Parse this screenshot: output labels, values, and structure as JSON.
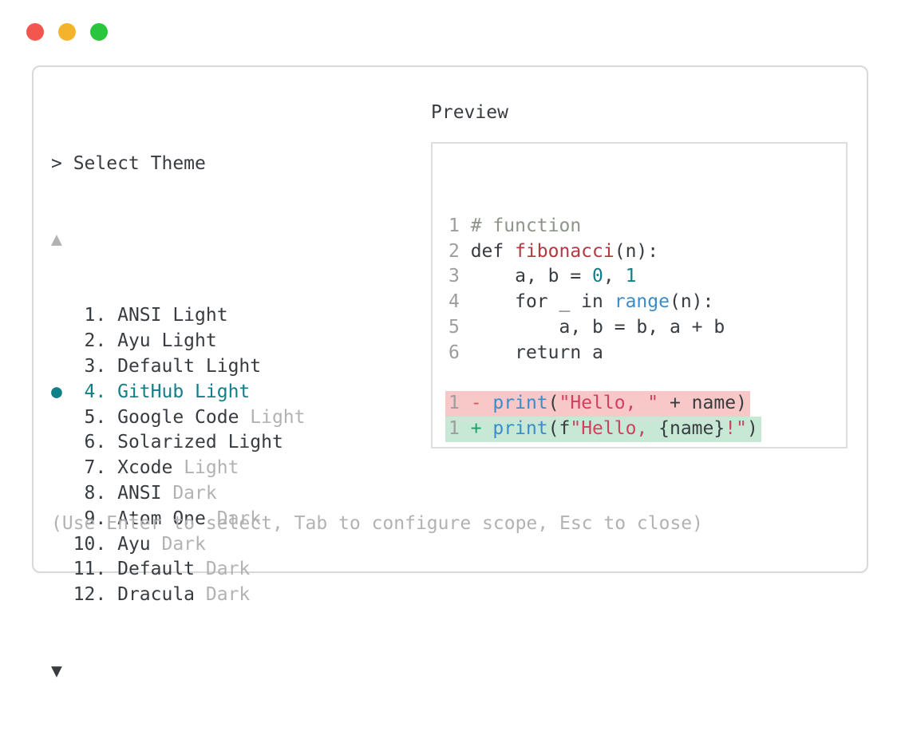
{
  "colors": {
    "text": "#383c40",
    "muted": "#b2b2b2",
    "linenum": "#9d9d9d",
    "comment": "#8e9589",
    "accent": "#117f87",
    "func_red": "#b13a40",
    "call_blue": "#3b8ccb",
    "string_red": "#d24060",
    "minus_red": "#dc5a5a",
    "plus_green": "#1f9e6a",
    "del_bg": "#f8c8c8",
    "ins_bg": "#c7e8d4",
    "border": "#d9d9d9",
    "light_red": "#f2564f",
    "light_yellow": "#f3b32a",
    "light_green": "#29c63d"
  },
  "window_controls": {
    "close": "close-button",
    "minimize": "minimize-button",
    "zoom": "zoom-button"
  },
  "selector": {
    "title": "> Select Theme",
    "scroll_up_icon": "▲",
    "scroll_down_icon": "▼",
    "selected_bullet": "●",
    "items": [
      {
        "number": "1",
        "name": "ANSI Light",
        "suffix": "",
        "selected": false
      },
      {
        "number": "2",
        "name": "Ayu Light",
        "suffix": "",
        "selected": false
      },
      {
        "number": "3",
        "name": "Default Light",
        "suffix": "",
        "selected": false
      },
      {
        "number": "4",
        "name": "GitHub Light",
        "suffix": "",
        "selected": true
      },
      {
        "number": "5",
        "name": "Google Code",
        "suffix": " Light",
        "selected": false
      },
      {
        "number": "6",
        "name": "Solarized Light",
        "suffix": "",
        "selected": false
      },
      {
        "number": "7",
        "name": "Xcode",
        "suffix": " Light",
        "selected": false
      },
      {
        "number": "8",
        "name": "ANSI",
        "suffix": " Dark",
        "selected": false
      },
      {
        "number": "9",
        "name": "Atom One",
        "suffix": " Dark",
        "selected": false
      },
      {
        "number": "10",
        "name": "Ayu",
        "suffix": " Dark",
        "selected": false
      },
      {
        "number": "11",
        "name": "Default",
        "suffix": " Dark",
        "selected": false
      },
      {
        "number": "12",
        "name": "Dracula",
        "suffix": " Dark",
        "selected": false
      }
    ],
    "footer": "(Use Enter to select, Tab to configure scope, Esc to close)"
  },
  "preview": {
    "label": "Preview",
    "code_lines": [
      {
        "segments": []
      },
      {
        "segments": [
          [
            "1 ",
            "ln"
          ],
          [
            "# function",
            "comment"
          ]
        ]
      },
      {
        "segments": [
          [
            "2 ",
            "ln"
          ],
          [
            "def ",
            "plain"
          ],
          [
            "fibonacci",
            "func"
          ],
          [
            "(n):",
            "plain"
          ]
        ]
      },
      {
        "segments": [
          [
            "3 ",
            "ln"
          ],
          [
            "    a, b = ",
            "plain"
          ],
          [
            "0",
            "number"
          ],
          [
            ", ",
            "plain"
          ],
          [
            "1",
            "number"
          ]
        ]
      },
      {
        "segments": [
          [
            "4 ",
            "ln"
          ],
          [
            "    for _ in ",
            "plain"
          ],
          [
            "range",
            "call"
          ],
          [
            "(n):",
            "plain"
          ]
        ]
      },
      {
        "segments": [
          [
            "5 ",
            "ln"
          ],
          [
            "        a, b = b, a + b",
            "plain"
          ]
        ]
      },
      {
        "segments": [
          [
            "6 ",
            "ln"
          ],
          [
            "    return a",
            "plain"
          ]
        ]
      },
      {
        "segments": []
      },
      {
        "highlight": "del",
        "segments": [
          [
            "1 ",
            "ln"
          ],
          [
            "- ",
            "minus"
          ],
          [
            "print",
            "call"
          ],
          [
            "(",
            "plain"
          ],
          [
            "\"Hello, \"",
            "string"
          ],
          [
            " + name)",
            "plain"
          ]
        ]
      },
      {
        "highlight": "ins",
        "segments": [
          [
            "1 ",
            "ln"
          ],
          [
            "+ ",
            "plus"
          ],
          [
            "print",
            "call"
          ],
          [
            "(f",
            "plain"
          ],
          [
            "\"Hello, ",
            "string"
          ],
          [
            "{name}",
            "plain"
          ],
          [
            "!\"",
            "string"
          ],
          [
            ")",
            "plain"
          ]
        ]
      }
    ]
  }
}
